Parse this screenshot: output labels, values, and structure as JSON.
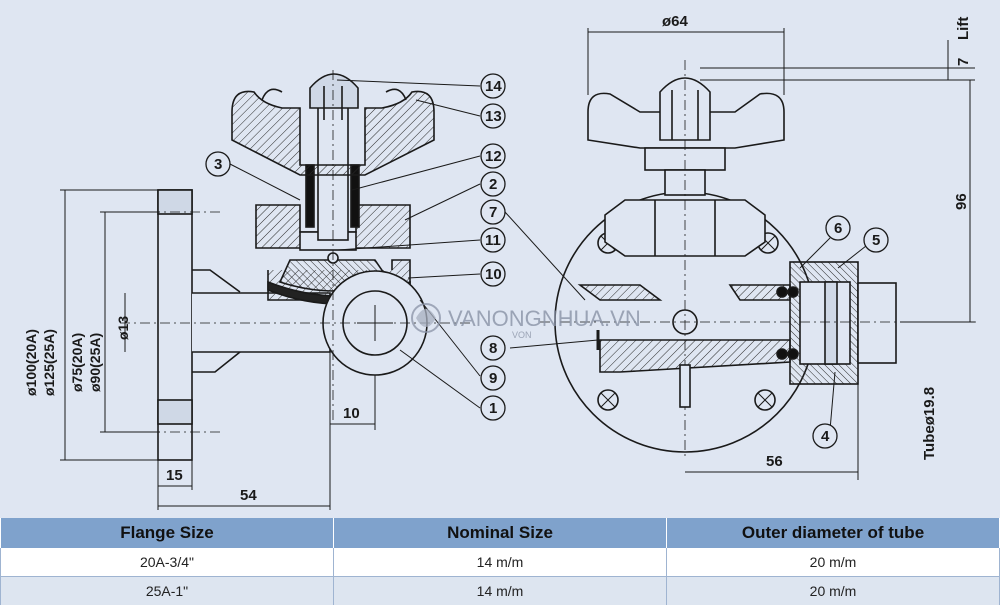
{
  "dimensions": {
    "d64": "ø64",
    "lift": "Lift",
    "seven": "7",
    "ninety_six": "96",
    "tube": "Tubeø19.8",
    "fifty_six": "56",
    "fifteen": "15",
    "fifty_four": "54",
    "ten": "10",
    "d13": "ø13",
    "d100": "ø100(20A)",
    "d125": "ø125(25A)",
    "d75": "ø75(20A)",
    "d90": "ø90(25A)"
  },
  "callouts": {
    "c1": "1",
    "c2": "2",
    "c3": "3",
    "c4": "4",
    "c5": "5",
    "c6": "6",
    "c7": "7",
    "c8": "8",
    "c9": "9",
    "c10": "10",
    "c11": "11",
    "c12": "12",
    "c13": "13",
    "c14": "14"
  },
  "watermark": {
    "text": "VANONGNHUA.VN",
    "sub": "VON"
  },
  "table": {
    "headers": [
      "Flange Size",
      "Nominal Size",
      "Outer diameter of tube"
    ],
    "rows": [
      [
        "20A-3/4\"",
        "14 m/m",
        "20 m/m"
      ],
      [
        "25A-1\"",
        "14 m/m",
        "20 m/m"
      ]
    ]
  },
  "colors": {
    "background": "#dfe6f2",
    "header": "#7fa2cc",
    "line": "#1a1a1a"
  }
}
